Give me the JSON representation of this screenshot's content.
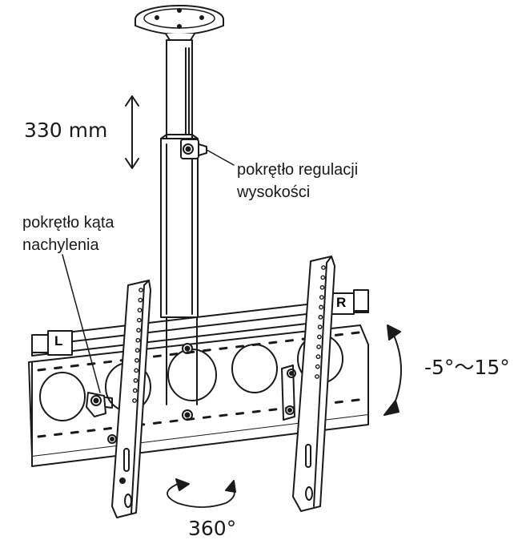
{
  "labels": {
    "height_range": "330 mm",
    "height_knob": [
      "pokrętło regulacji",
      "wysokości"
    ],
    "tilt_knob": [
      "pokrętło kąta",
      "nachylenia"
    ],
    "tilt_range": "-5°～15°",
    "rotation": "360°",
    "left_marker": "L",
    "right_marker": "R"
  },
  "colors": {
    "line": "#1a1a1a",
    "background": "#ffffff"
  }
}
